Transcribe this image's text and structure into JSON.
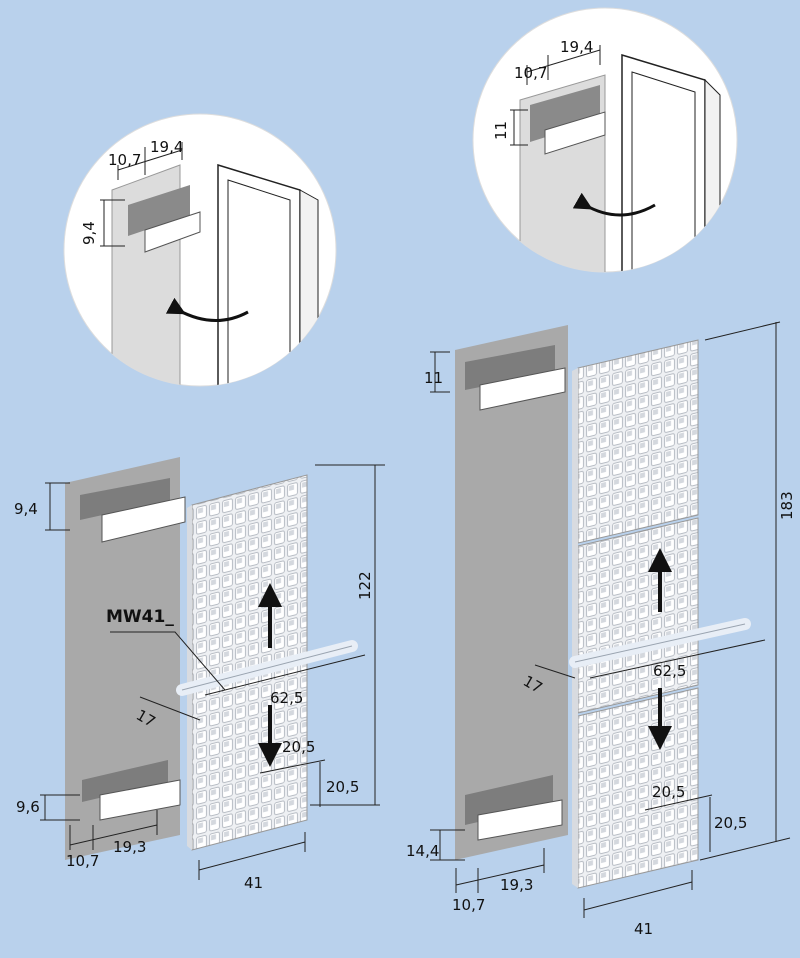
{
  "colors": {
    "background": "#b9d1ec",
    "wall_plate": "#a9a9a9",
    "bracket_plate": "#7d7d7d",
    "radiator": "#e6e9ee"
  },
  "left_detail": {
    "dim_top_a": "10,7",
    "dim_top_b": "19,4",
    "dim_side": "9,4"
  },
  "right_detail": {
    "dim_top_a": "10,7",
    "dim_top_b": "19,4",
    "dim_side": "11"
  },
  "left_assembly": {
    "model": "MW41_",
    "top_bracket_height": "9,4",
    "total_height": "122",
    "bar_length": "62,5",
    "bar_depth": "17",
    "outlet_offset_x": "20,5",
    "outlet_offset_y": "20,5",
    "bottom_bracket_height": "9,6",
    "bracket_offset": "10,7",
    "bracket_width": "19,3",
    "width": "41"
  },
  "right_assembly": {
    "top_bracket_height": "11",
    "total_height": "183",
    "bar_length": "62,5",
    "bar_depth": "17",
    "outlet_offset_x": "20,5",
    "outlet_offset_y": "20,5",
    "bottom_bracket_height": "14,4",
    "bracket_offset": "10,7",
    "bracket_width": "19,3",
    "width": "41"
  }
}
